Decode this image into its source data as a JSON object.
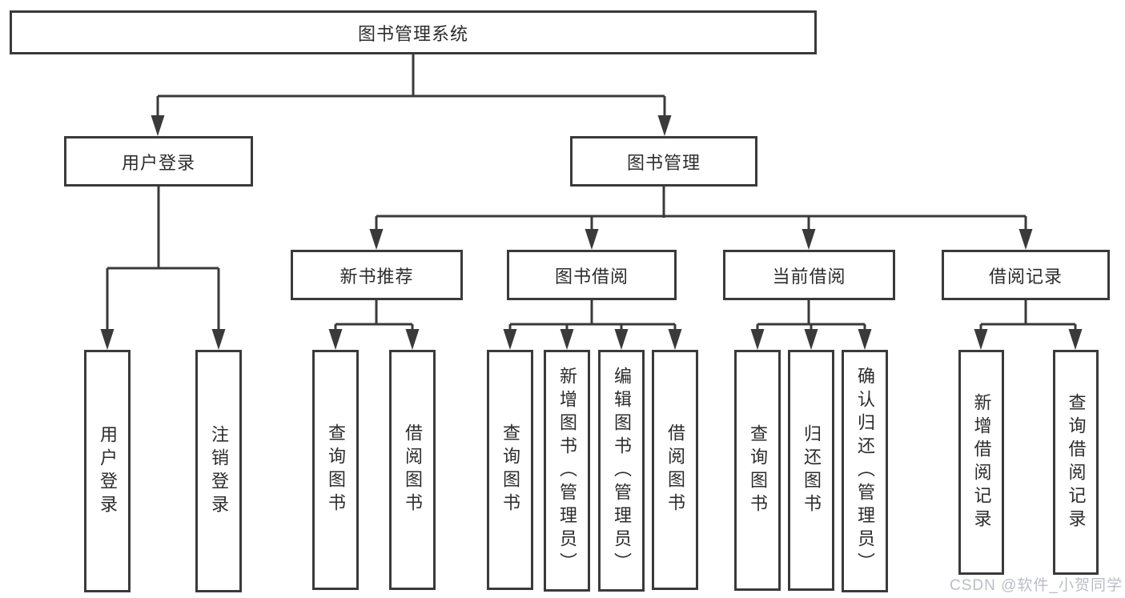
{
  "diagram_type": "hierarchy-tree",
  "tree": {
    "root": {
      "label": "图书管理系统"
    },
    "branches": [
      {
        "label": "用户登录",
        "children": [
          {
            "label": "用户登录"
          },
          {
            "label": "注销登录"
          }
        ]
      },
      {
        "label": "图书管理",
        "children": [
          {
            "label": "新书推荐",
            "children": [
              {
                "label": "查询图书"
              },
              {
                "label": "借阅图书"
              }
            ]
          },
          {
            "label": "图书借阅",
            "children": [
              {
                "label": "查询图书"
              },
              {
                "label": "新增图书（管理员）"
              },
              {
                "label": "编辑图书（管理员）"
              },
              {
                "label": "借阅图书"
              }
            ]
          },
          {
            "label": "当前借阅",
            "children": [
              {
                "label": "查询图书"
              },
              {
                "label": "归还图书"
              },
              {
                "label": "确认归还（管理员）"
              }
            ]
          },
          {
            "label": "借阅记录",
            "children": [
              {
                "label": "新增借阅记录"
              },
              {
                "label": "查询借阅记录"
              }
            ]
          }
        ]
      }
    ]
  },
  "watermark": {
    "text": "CSDN @软件_小贺同学"
  },
  "colors": {
    "line": "#3a3a3a",
    "box_border": "#3a3a3a",
    "text": "#2c2c2c",
    "watermark": "#b9bdc6",
    "background": "#ffffff"
  }
}
